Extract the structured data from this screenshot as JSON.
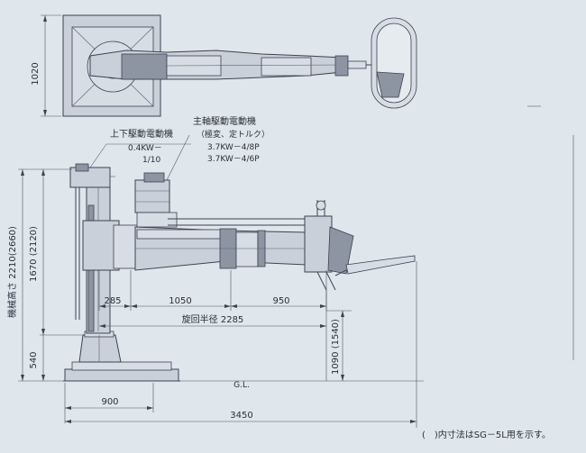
{
  "colors": {
    "background": "#dfe6ec",
    "line": "#3c4250",
    "fill": "#c9d0da"
  },
  "labels": {
    "vertical_motor_title": "上下駆動電動機",
    "vertical_motor_power": "0.4KW－",
    "vertical_motor_ratio": "1/10",
    "spindle_motor_title": "主軸駆動電動機",
    "spindle_motor_note": "（極変、定トルク）",
    "spindle_motor_a": "3.7KW－4/8P",
    "spindle_motor_b": "3.7KW－4/6P",
    "gl": "G.L.",
    "footnote": "(　)内寸法はSG－5L用を示す。"
  },
  "dimensions": {
    "top_depth": "1020",
    "machine_height": "機械高さ 2210(2660)",
    "column_1670": "1670 (2120)",
    "base_540": "540",
    "arm_height": "1090 (1540)",
    "d285": "285",
    "d1050": "1050",
    "d950": "950",
    "swing_radius": "旋回半径 2285",
    "base_900": "900",
    "overall_3450": "3450"
  }
}
